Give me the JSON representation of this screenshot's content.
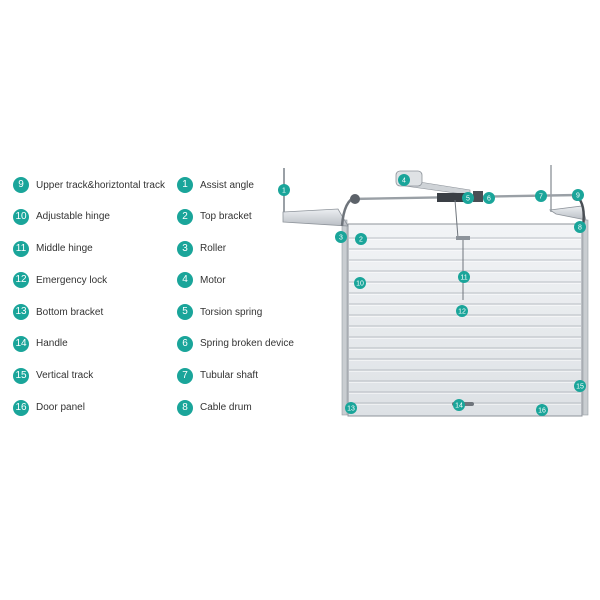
{
  "accent_color": "#1aa59a",
  "legend_left": [
    {
      "num": "9",
      "label": "Upper track&horiztontal track"
    },
    {
      "num": "10",
      "label": "Adjustable hinge"
    },
    {
      "num": "11",
      "label": "Middle hinge"
    },
    {
      "num": "12",
      "label": "Emergency lock"
    },
    {
      "num": "13",
      "label": "Bottom bracket"
    },
    {
      "num": "14",
      "label": "Handle"
    },
    {
      "num": "15",
      "label": "Vertical track"
    },
    {
      "num": "16",
      "label": "Door panel"
    }
  ],
  "legend_right": [
    {
      "num": "1",
      "label": "Assist angle"
    },
    {
      "num": "2",
      "label": "Top bracket"
    },
    {
      "num": "3",
      "label": "Roller"
    },
    {
      "num": "4",
      "label": "Motor"
    },
    {
      "num": "5",
      "label": "Torsion spring"
    },
    {
      "num": "6",
      "label": "Spring broken device"
    },
    {
      "num": "7",
      "label": "Tubular shaft"
    },
    {
      "num": "8",
      "label": "Cable drum"
    }
  ],
  "markers": [
    "1",
    "2",
    "3",
    "4",
    "5",
    "6",
    "7",
    "8",
    "9",
    "10",
    "11",
    "12",
    "13",
    "14",
    "15",
    "16"
  ]
}
